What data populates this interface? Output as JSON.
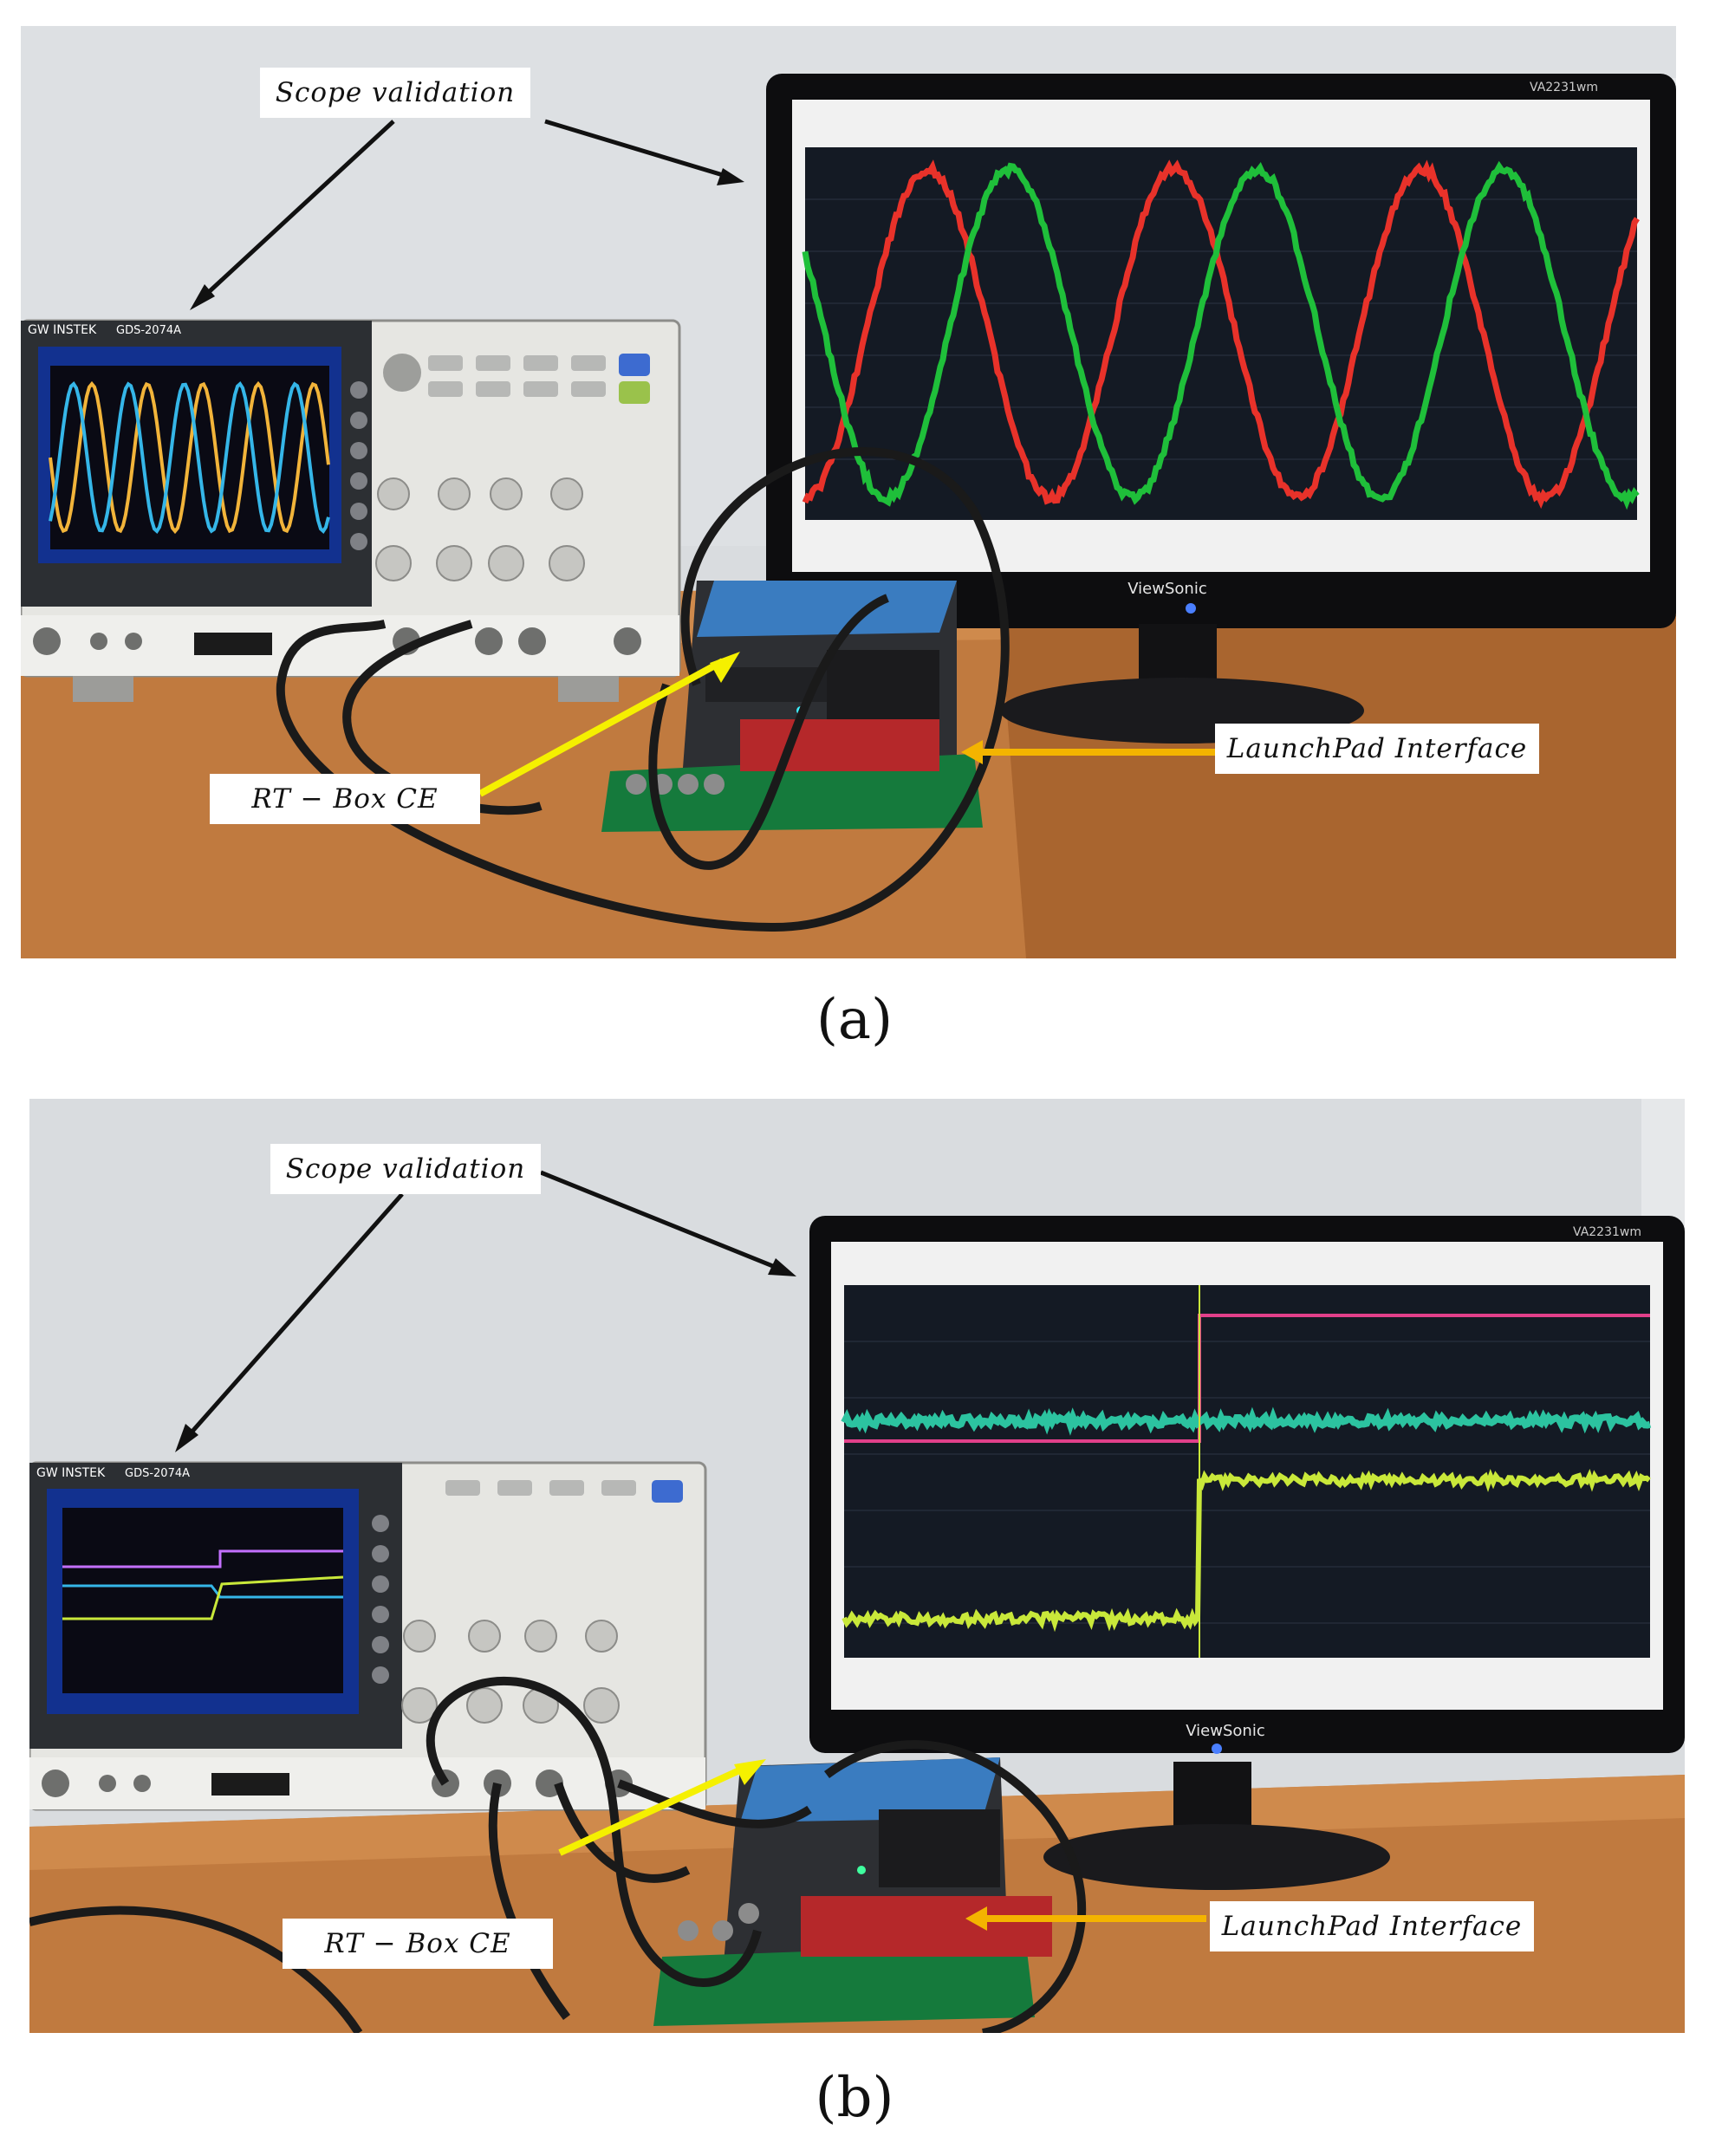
{
  "panels": [
    {
      "label": "(a)",
      "callouts": {
        "scope": "Scope validation",
        "rtbox": "RT − Box CE",
        "launchpad": "LaunchPad Interface"
      },
      "devices": {
        "scope_brand": "GW INSTEK",
        "scope_model": "GDS-2074A",
        "monitor_brand": "ViewSonic",
        "monitor_model": "VA2231wm"
      }
    },
    {
      "label": "(b)",
      "callouts": {
        "scope": "Scope validation",
        "rtbox": "RT − Box CE",
        "launchpad": "LaunchPad Interface"
      },
      "devices": {
        "scope_brand": "GW INSTEK",
        "scope_model": "GDS-2074A",
        "monitor_brand": "ViewSonic",
        "monitor_model": "VA2231wm"
      }
    }
  ],
  "colors": {
    "arrow_black": "#111111",
    "arrow_yellow": "#f5f000",
    "arrow_orange": "#f4b400",
    "trace_red": "#e8322a",
    "trace_green": "#1fbf3a",
    "trace_yellow": "#f2b43a",
    "trace_cyan": "#35b6e8",
    "trace_pink": "#e2408a",
    "trace_teal": "#2cc3a0",
    "trace_lime": "#c9e83a"
  }
}
